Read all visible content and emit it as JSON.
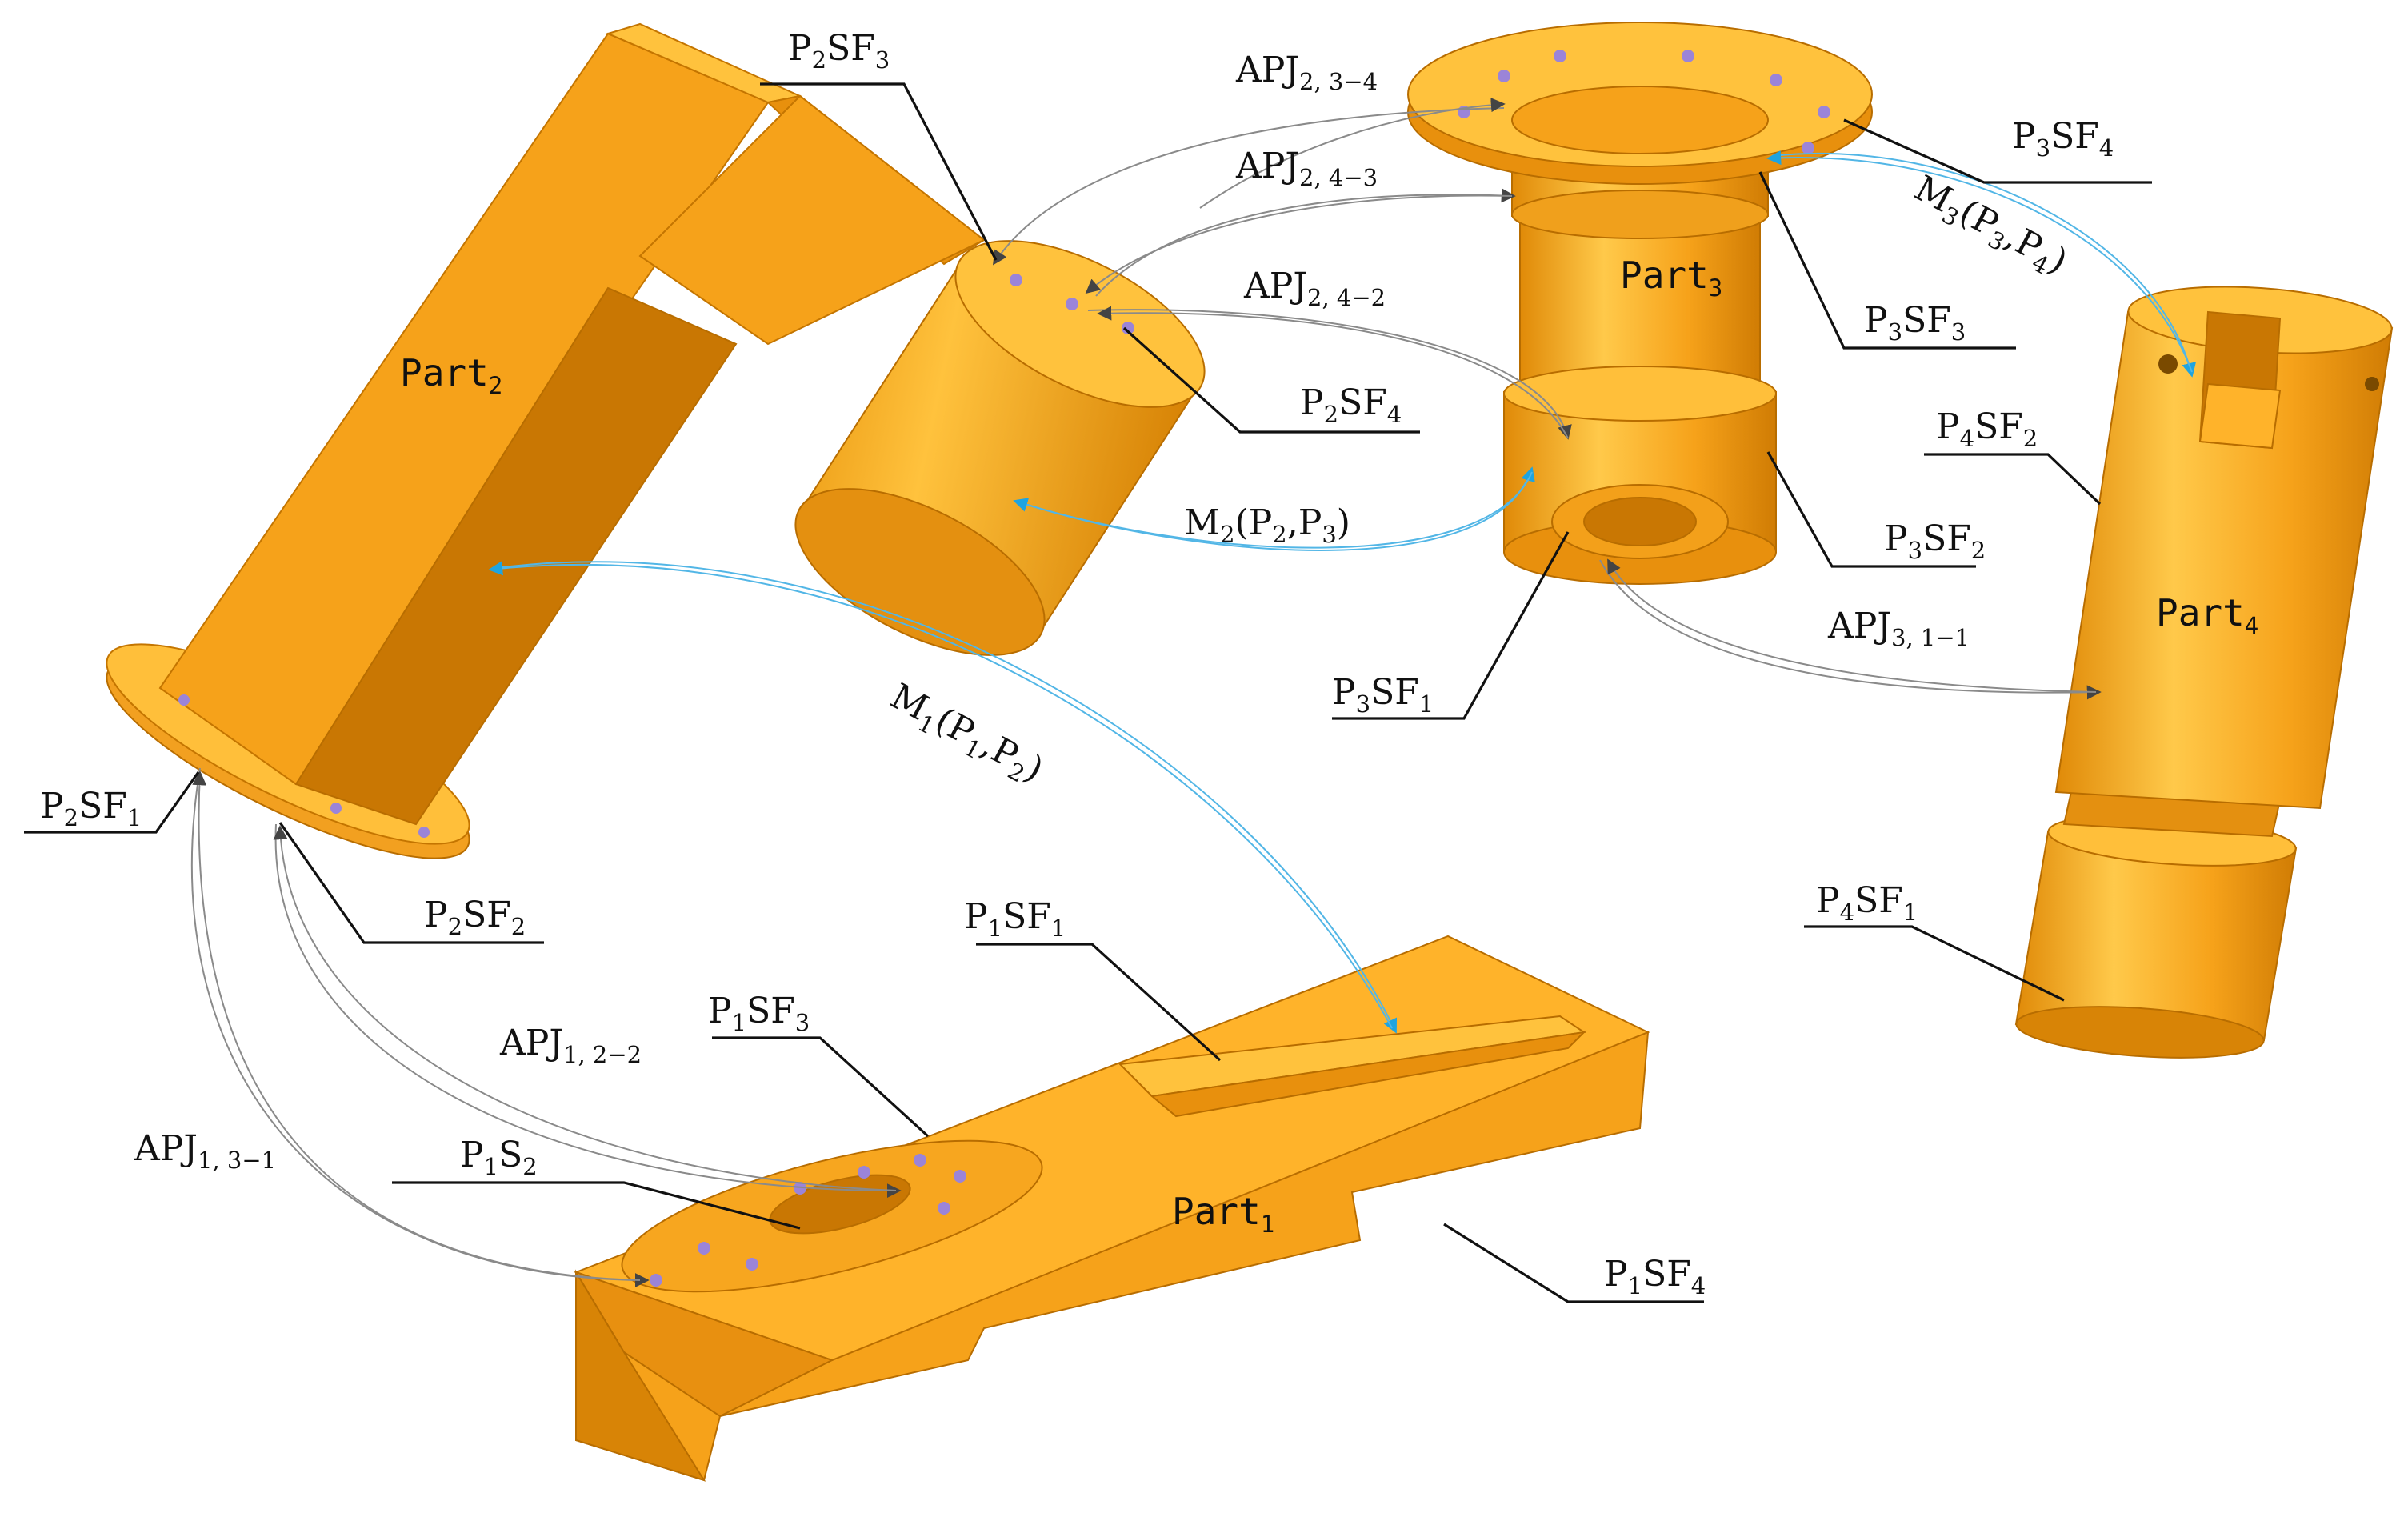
{
  "figure": {
    "colors": {
      "part_fill": "#f6a21a",
      "part_light": "#ffc23d",
      "part_dark": "#d37f05",
      "part_edge": "#b86d00",
      "hole": "#9b84d8",
      "leader": "#111111",
      "apj_arrow": "#8a8a8a",
      "m_arrow": "#52b6e6",
      "background": "#ffffff"
    },
    "parts": [
      {
        "id": "part1",
        "name": "Part",
        "sub": "1"
      },
      {
        "id": "part2",
        "name": "Part",
        "sub": "2"
      },
      {
        "id": "part3",
        "name": "Part",
        "sub": "3"
      },
      {
        "id": "part4",
        "name": "Part",
        "sub": "4"
      }
    ],
    "labels": [
      {
        "id": "p2sf3",
        "main": "P",
        "s1": "2",
        "mid": "SF",
        "s2": "3"
      },
      {
        "id": "p2sf4",
        "main": "P",
        "s1": "2",
        "mid": "SF",
        "s2": "4"
      },
      {
        "id": "p2sf1",
        "main": "P",
        "s1": "2",
        "mid": "SF",
        "s2": "1"
      },
      {
        "id": "p2sf2",
        "main": "P",
        "s1": "2",
        "mid": "SF",
        "s2": "2"
      },
      {
        "id": "p3sf4",
        "main": "P",
        "s1": "3",
        "mid": "SF",
        "s2": "4"
      },
      {
        "id": "p3sf3",
        "main": "P",
        "s1": "3",
        "mid": "SF",
        "s2": "3"
      },
      {
        "id": "p3sf2",
        "main": "P",
        "s1": "3",
        "mid": "SF",
        "s2": "2"
      },
      {
        "id": "p3sf1",
        "main": "P",
        "s1": "3",
        "mid": "SF",
        "s2": "1"
      },
      {
        "id": "p4sf2",
        "main": "P",
        "s1": "4",
        "mid": "SF",
        "s2": "2"
      },
      {
        "id": "p4sf1",
        "main": "P",
        "s1": "4",
        "mid": "SF",
        "s2": "1"
      },
      {
        "id": "p1sf1",
        "main": "P",
        "s1": "1",
        "mid": "SF",
        "s2": "1"
      },
      {
        "id": "p1sf3",
        "main": "P",
        "s1": "1",
        "mid": "SF",
        "s2": "3"
      },
      {
        "id": "p1s2",
        "main": "P",
        "s1": "1",
        "mid": "S",
        "s2": "2"
      },
      {
        "id": "p1sf4",
        "main": "P",
        "s1": "1",
        "mid": "SF",
        "s2": "4"
      }
    ],
    "apj_labels": [
      {
        "id": "apj2-34",
        "main": "APJ",
        "sub": "2, 3−4"
      },
      {
        "id": "apj2-43",
        "main": "APJ",
        "sub": "2, 4−3"
      },
      {
        "id": "apj2-42",
        "main": "APJ",
        "sub": "2, 4−2"
      },
      {
        "id": "apj3-11",
        "main": "APJ",
        "sub": "3, 1−1"
      },
      {
        "id": "apj1-22",
        "main": "APJ",
        "sub": "1, 2−2"
      },
      {
        "id": "apj1-31",
        "main": "APJ",
        "sub": "1, 3−1"
      }
    ],
    "m_labels": [
      {
        "id": "m1",
        "pre": "M",
        "s0": "1",
        "open": "(P",
        "s1": "1",
        "comma": ",P",
        "s2": "2",
        "close": ")"
      },
      {
        "id": "m2",
        "pre": "M",
        "s0": "2",
        "open": "(P",
        "s1": "2",
        "comma": ",P",
        "s2": "3",
        "close": ")"
      },
      {
        "id": "m3",
        "pre": "M",
        "s0": "3",
        "open": "(P",
        "s1": "3",
        "comma": ",P",
        "s2": "4",
        "close": ")"
      }
    ]
  }
}
